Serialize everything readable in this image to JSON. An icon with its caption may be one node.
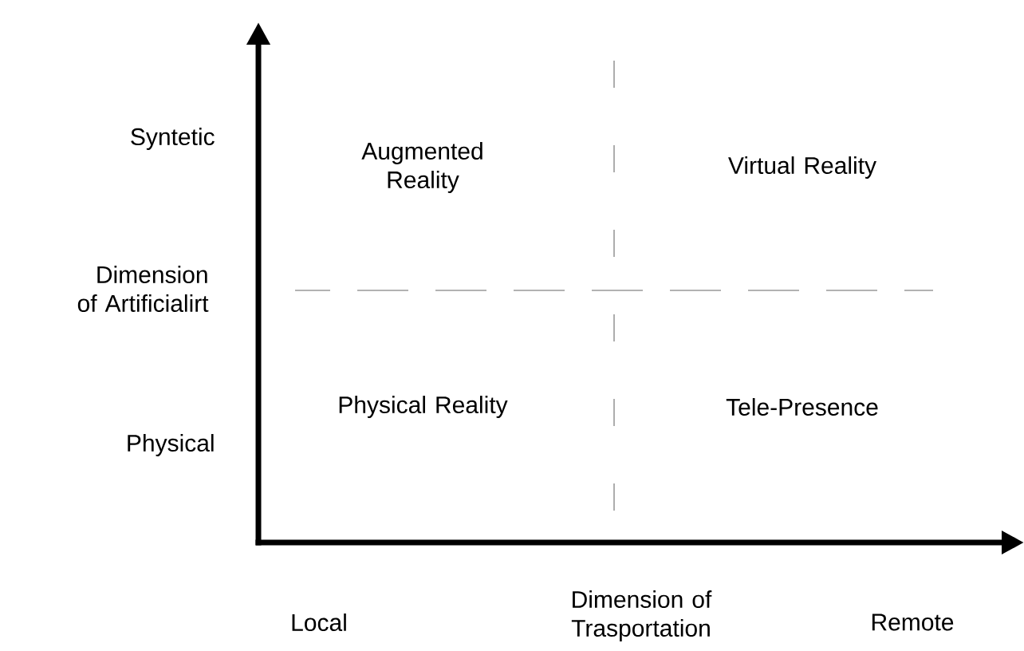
{
  "diagram": {
    "labels": [
      "Syntetic",
      "Augmented Reality",
      "Virtual Reality",
      "Dimension of Artificialirt",
      "Physical Reality",
      "Tele-Presence",
      "Physical",
      "Local",
      "Dimension of Trasportation",
      "Remote"
    ]
  }
}
